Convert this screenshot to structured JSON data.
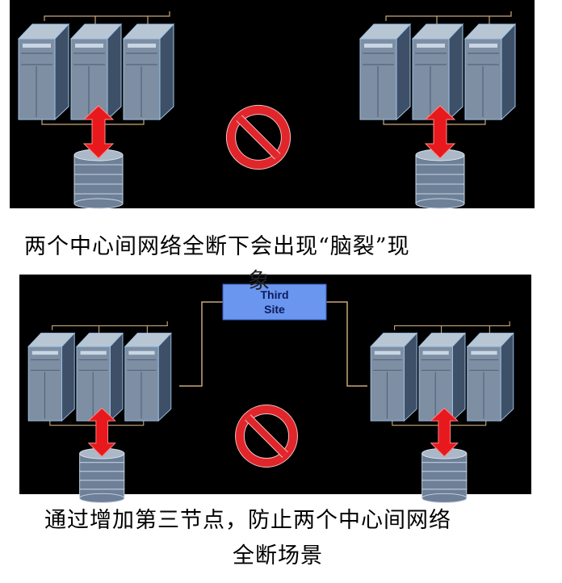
{
  "top_panel": {
    "caption_line1": "两个中心间网络全断下会出现“脑裂”现",
    "caption_line2": "象"
  },
  "bottom_panel": {
    "third_site_line1": "Third",
    "third_site_line2": "Site",
    "caption_line1": "通过增加第三节点，防止两个中心间网络",
    "caption_line2": "全断场景"
  },
  "colors": {
    "background": "#000000",
    "server_front": "#7e8ea3",
    "server_side": "#3d5068",
    "server_top": "#b8c6d4",
    "arrow": "#e8191c",
    "no_sign": "#e0262b",
    "third_site_box": "#6a96f0",
    "link_line": "#c9a87a"
  }
}
